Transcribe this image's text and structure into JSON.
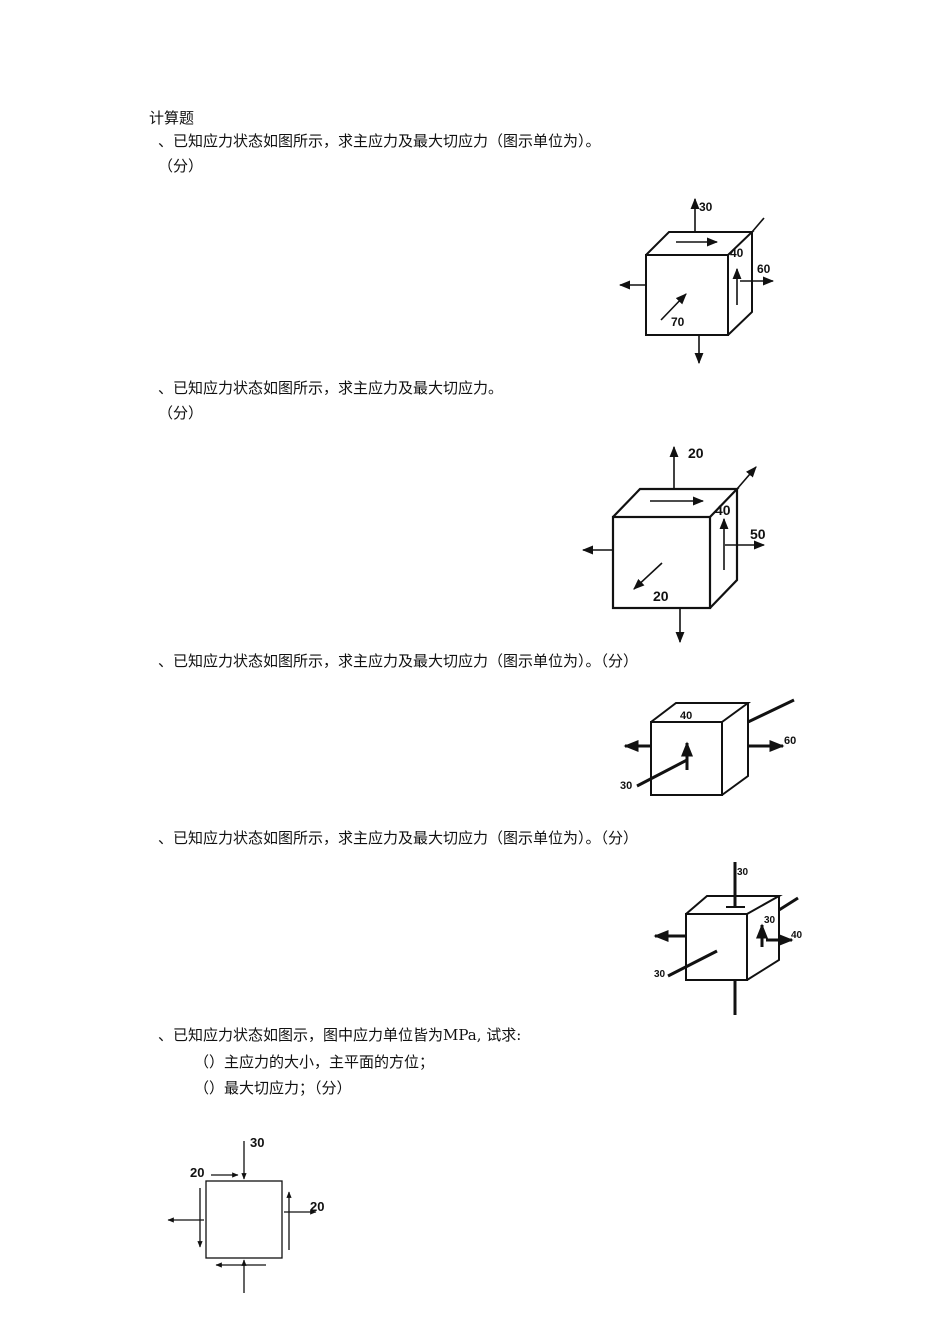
{
  "heading": "计算题",
  "q1": {
    "line1": "、已知应力状态如图所示，求主应力及最大切应力（图示单位为）。",
    "line2": "（分）",
    "labels": {
      "top": "30",
      "side_shear": "40",
      "right": "60",
      "front": "70"
    }
  },
  "q2": {
    "line1": "、已知应力状态如图所示，求主应力及最大切应力。",
    "line2": "（分）",
    "labels": {
      "top": "20",
      "side_shear": "40",
      "right": "50",
      "front": "20"
    }
  },
  "q3": {
    "line1": "、已知应力状态如图所示，求主应力及最大切应力（图示单位为）。（分）",
    "labels": {
      "top_shear": "40",
      "right": "60",
      "front": "30"
    }
  },
  "q4": {
    "line1": "、已知应力状态如图所示，求主应力及最大切应力（图示单位为）。（分）",
    "labels": {
      "top": "30",
      "side_shear": "30",
      "right": "40",
      "front": "30"
    }
  },
  "q5": {
    "line1": "、已知应力状态如图示，图中应力单位皆为MPa, 试求:",
    "sub1": "（）主应力的大小，主平面的方位；",
    "sub2": "（）最大切应力；（分）",
    "labels": {
      "top": "30",
      "shear_left": "20",
      "right_shear": "20"
    }
  }
}
